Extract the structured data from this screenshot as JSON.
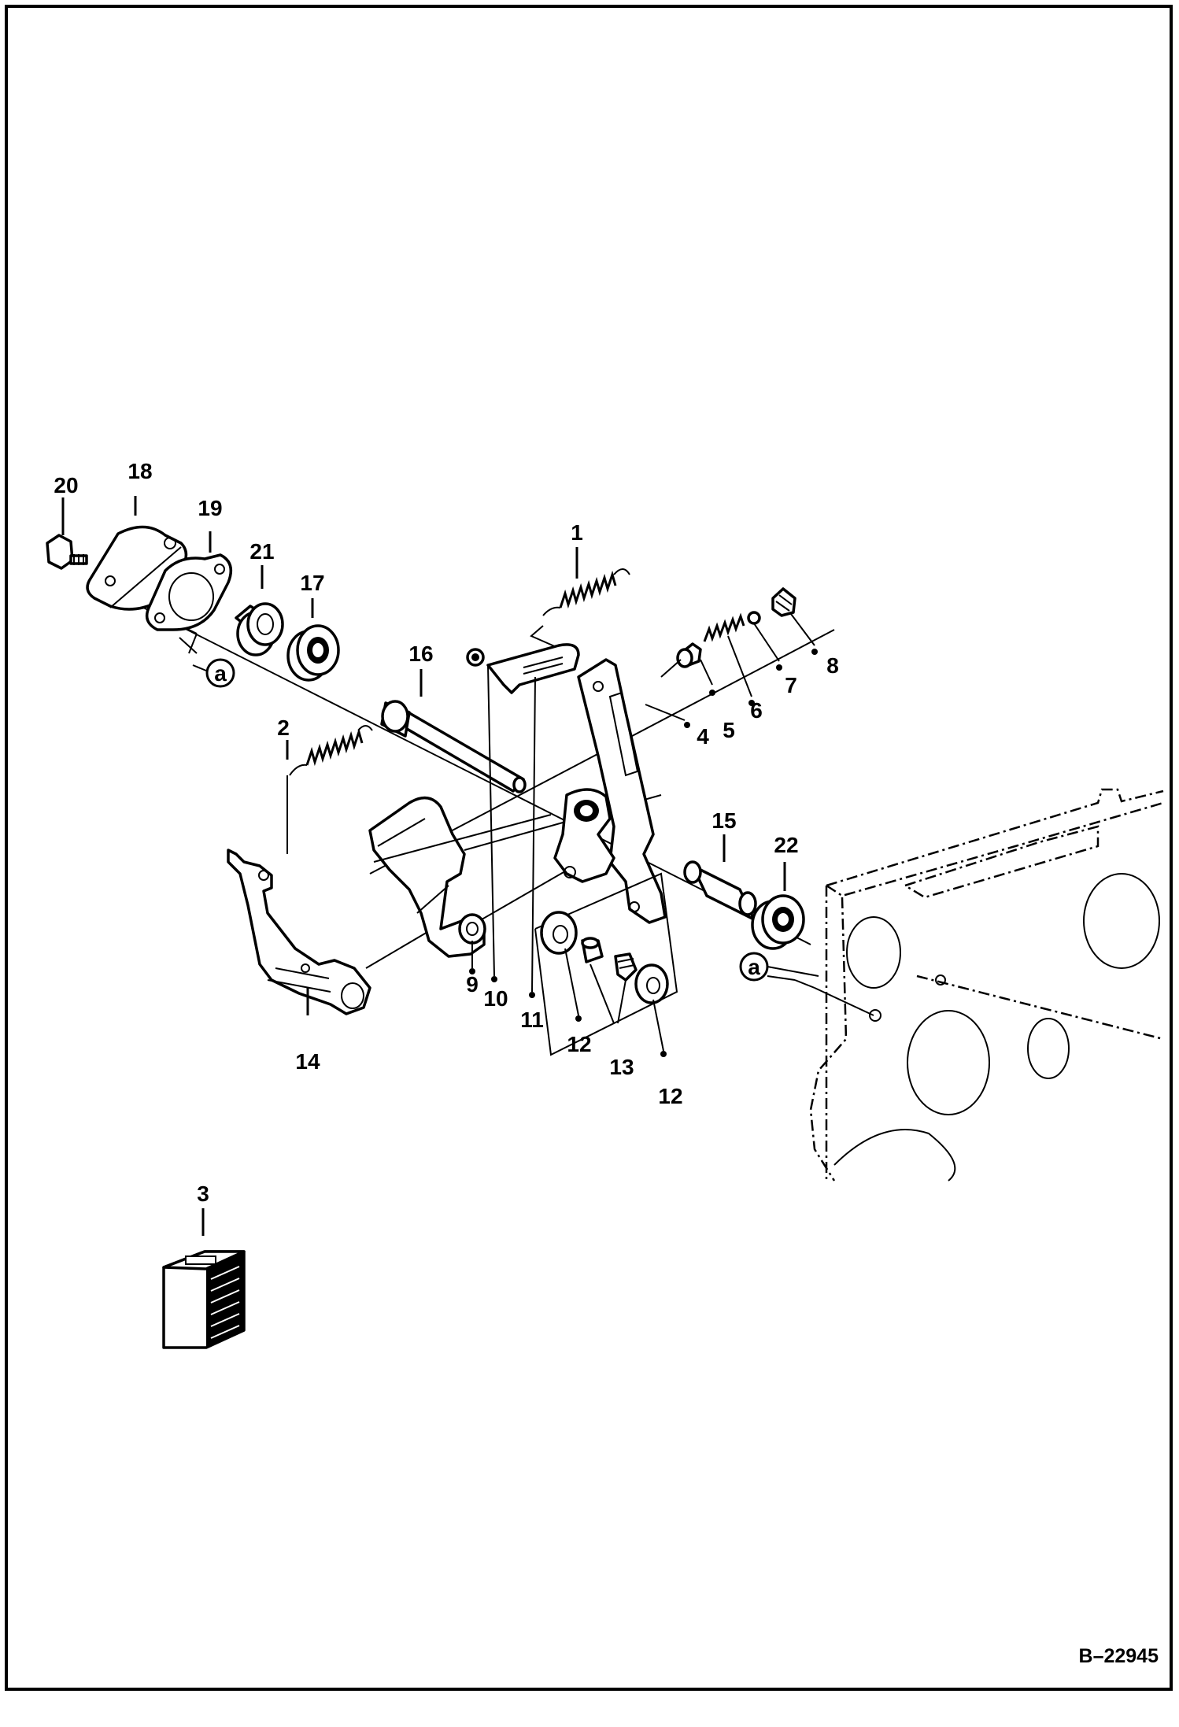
{
  "diagram": {
    "drawing_code": "B–22945",
    "callouts": [
      "1",
      "2",
      "3",
      "4",
      "5",
      "6",
      "7",
      "8",
      "9",
      "10",
      "11",
      "12",
      "12",
      "13",
      "14",
      "15",
      "16",
      "17",
      "18",
      "19",
      "20",
      "21",
      "22"
    ],
    "reference_marks": [
      "a",
      "a"
    ]
  }
}
